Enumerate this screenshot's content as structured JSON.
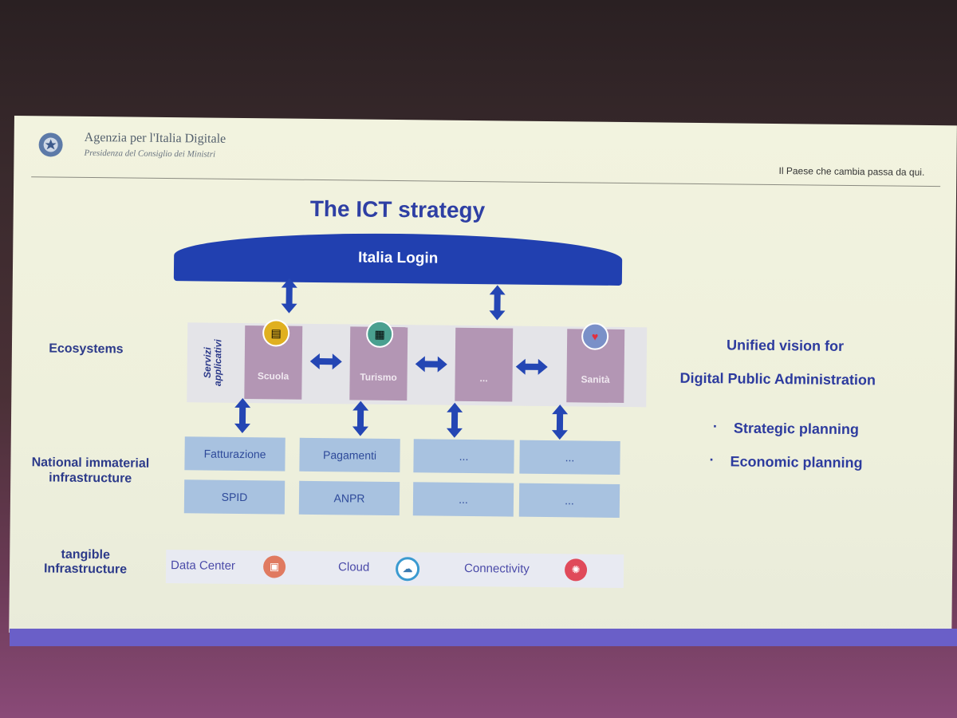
{
  "header": {
    "agency_name": "Agenzia per l'Italia Digitale",
    "agency_sub": "Presidenza del Consiglio dei Ministri",
    "tagline": "Il Paese che cambia passa da qui."
  },
  "title": "The ICT strategy",
  "login": "Italia Login",
  "labels": {
    "ecosystems": "Ecosystems",
    "national": "National immaterial infrastructure",
    "tangible": "tangible Infrastructure",
    "servizi": "Servizi applicativi"
  },
  "ecosystems": [
    {
      "label": "Scuola",
      "icon": "school-icon"
    },
    {
      "label": "Turismo",
      "icon": "tourism-icon"
    },
    {
      "label": "...",
      "icon": ""
    },
    {
      "label": "Sanità",
      "icon": "heart-icon"
    }
  ],
  "infrastructure": [
    [
      "Fatturazione",
      "Pagamenti",
      "...",
      "..."
    ],
    [
      "SPID",
      "ANPR",
      "...",
      "..."
    ]
  ],
  "tangible": [
    {
      "label": "Data Center",
      "icon": "server-icon"
    },
    {
      "label": "Cloud",
      "icon": "cloud-icon"
    },
    {
      "label": "Connectivity",
      "icon": "network-icon"
    }
  ],
  "right": {
    "line1": "Unified vision for",
    "line2": "Digital Public Administration",
    "bullets": [
      "Strategic planning",
      "Economic planning"
    ]
  },
  "colors": {
    "accent_blue": "#2140b0",
    "eco_box": "#b396b4",
    "infra_cell": "#a8c2e0",
    "footer_bar": "#6a5fc8"
  }
}
